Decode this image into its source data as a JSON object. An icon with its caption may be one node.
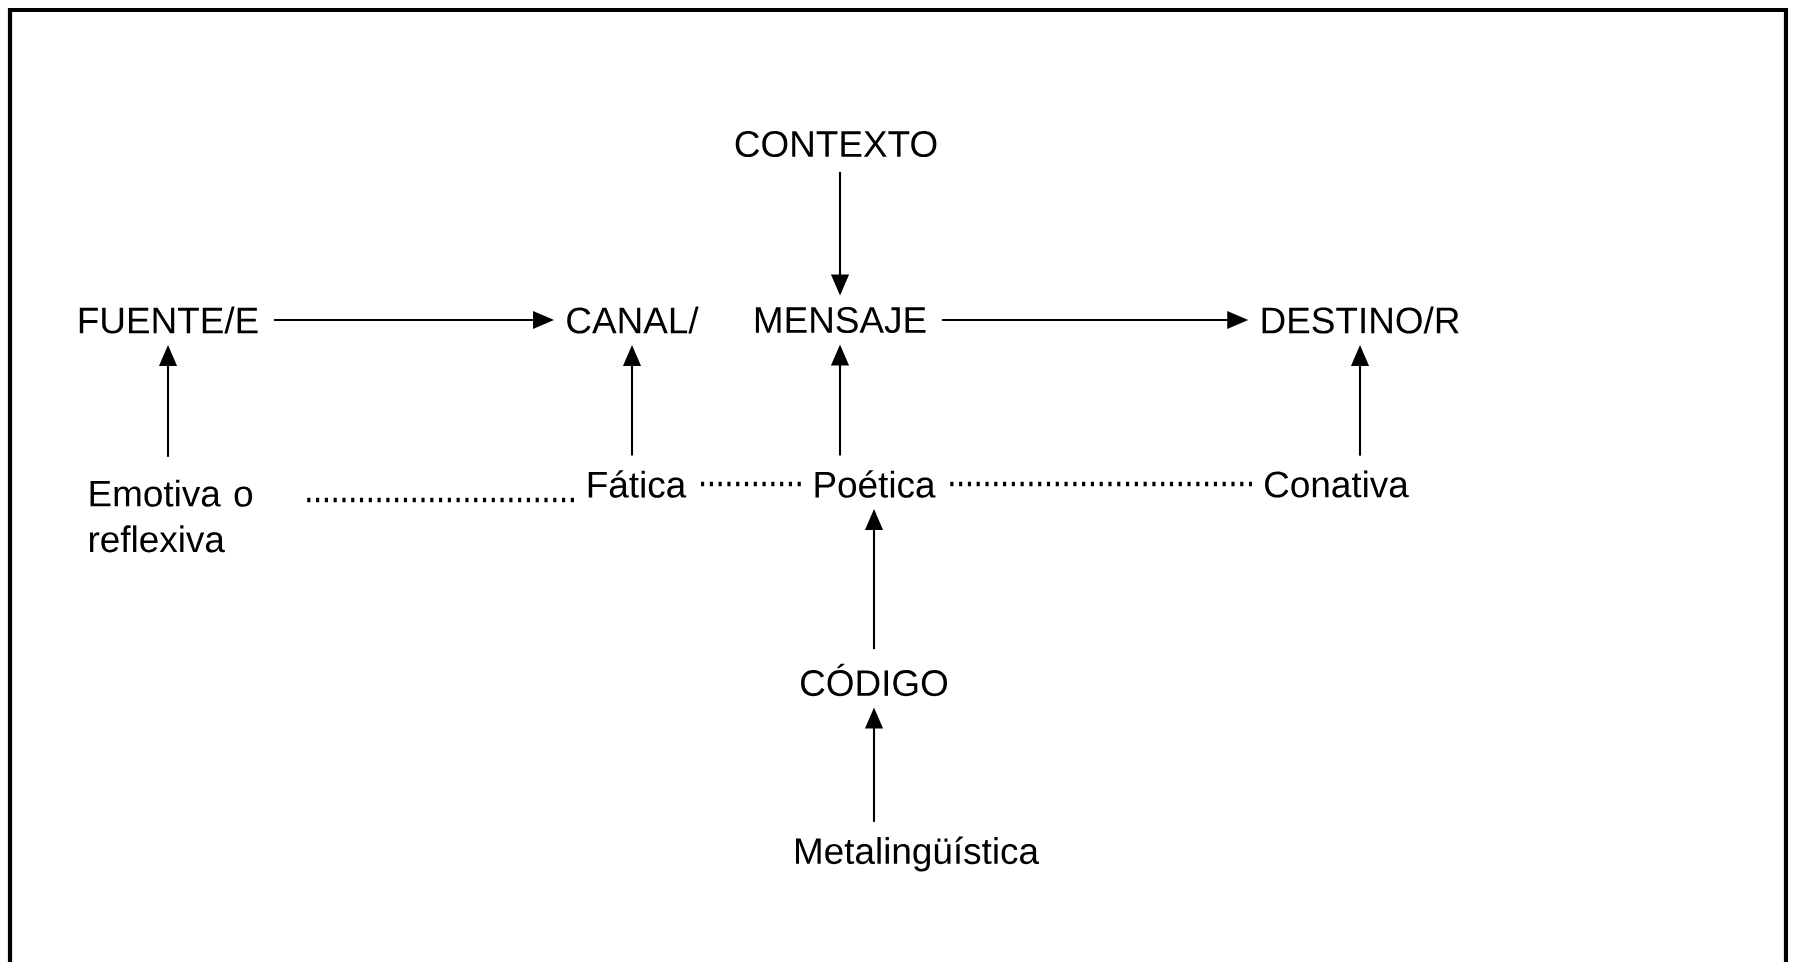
{
  "diagram": {
    "nodes": [
      {
        "text": [
          "CONTEXTO"
        ]
      },
      {
        "text": [
          "FUENTE/E"
        ]
      },
      {
        "text": [
          "CANAL/"
        ]
      },
      {
        "text": [
          "MENSAJE"
        ]
      },
      {
        "text": [
          "DESTINO/R"
        ]
      },
      {
        "text": [
          "Emotiva o reflexiva"
        ]
      },
      {
        "text": [
          "Fática"
        ]
      },
      {
        "text": [
          "Poética"
        ]
      },
      {
        "text": [
          "Conativa"
        ]
      },
      {
        "text": [
          "CÓDIGO"
        ]
      },
      {
        "text": [
          "Metalingüística"
        ]
      }
    ],
    "edges": [
      {
        "from": 1,
        "to": 2,
        "arrow": "to"
      },
      {
        "from": 3,
        "to": 4,
        "arrow": "to"
      },
      {
        "from": 0,
        "to": 3,
        "arrow": "to"
      },
      {
        "from": 5,
        "to": 1,
        "arrow": "to"
      },
      {
        "from": 6,
        "to": 2,
        "arrow": "to"
      },
      {
        "from": 7,
        "to": 3,
        "arrow": "to"
      },
      {
        "from": 8,
        "to": 4,
        "arrow": "to"
      },
      {
        "from": 9,
        "to": 7,
        "arrow": "to"
      },
      {
        "from": 10,
        "to": 9,
        "arrow": "to"
      },
      {
        "from": 5,
        "to": 6,
        "arrow": "none",
        "style": "dashed"
      },
      {
        "from": 6,
        "to": 7,
        "arrow": "none",
        "style": "dashed"
      },
      {
        "from": 7,
        "to": 8,
        "arrow": "none",
        "style": "dashed"
      }
    ]
  }
}
